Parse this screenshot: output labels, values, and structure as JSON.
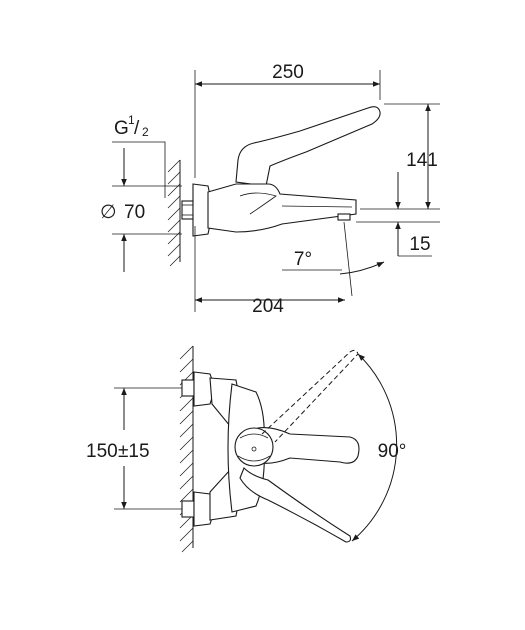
{
  "top_view": {
    "dim_overall_length": "250",
    "dim_height": "141",
    "dim_diameter_symbol": "∅",
    "dim_diameter_value": "70",
    "dim_thread_letter": "G",
    "dim_thread_numerator": "1",
    "dim_thread_slash": "/",
    "dim_thread_denominator": "2",
    "dim_spout_offset": "15",
    "dim_spout_angle": "7°",
    "dim_spout_reach": "204"
  },
  "bottom_view": {
    "dim_centers": "150",
    "dim_centers_tolerance": "±15",
    "dim_lever_angle": "90°"
  }
}
